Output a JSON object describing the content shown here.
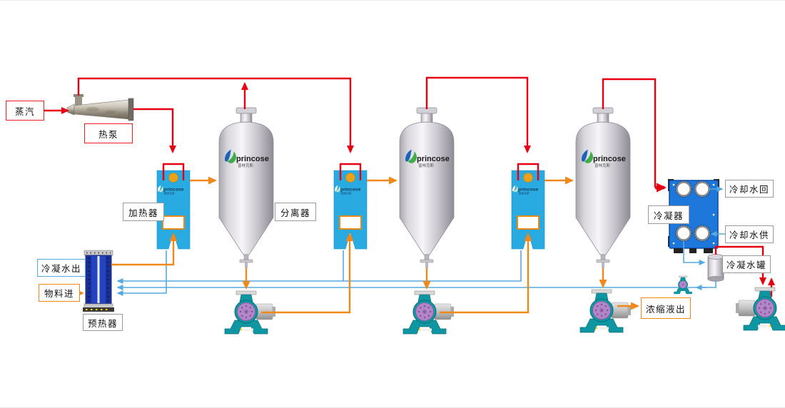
{
  "labels": {
    "steam": "蒸汽",
    "heat_pump": "热泵",
    "heater": "加热器",
    "separator": "分离器",
    "condensate_water_out": "冷凝水出",
    "material_in": "物料进",
    "preheater": "预热器",
    "condenser": "冷凝器",
    "cooling_water_return": "冷却水回",
    "cooling_water_supply": "冷却水供",
    "condensate_water_tank": "冷凝水罐",
    "concentrate_out": "浓缩液出"
  },
  "brand": {
    "name": "princose",
    "subtitle": "普林克斯"
  },
  "colors": {
    "steam_line": "#e60012",
    "material_line": "#f0881a",
    "water_line": "#55aae1",
    "heater_body": "#29abe2",
    "condenser_body": "#1e78dc",
    "preheater_body": "#2443c0",
    "pump_body": "#0e97a3",
    "pump_face": "#b286c6"
  }
}
